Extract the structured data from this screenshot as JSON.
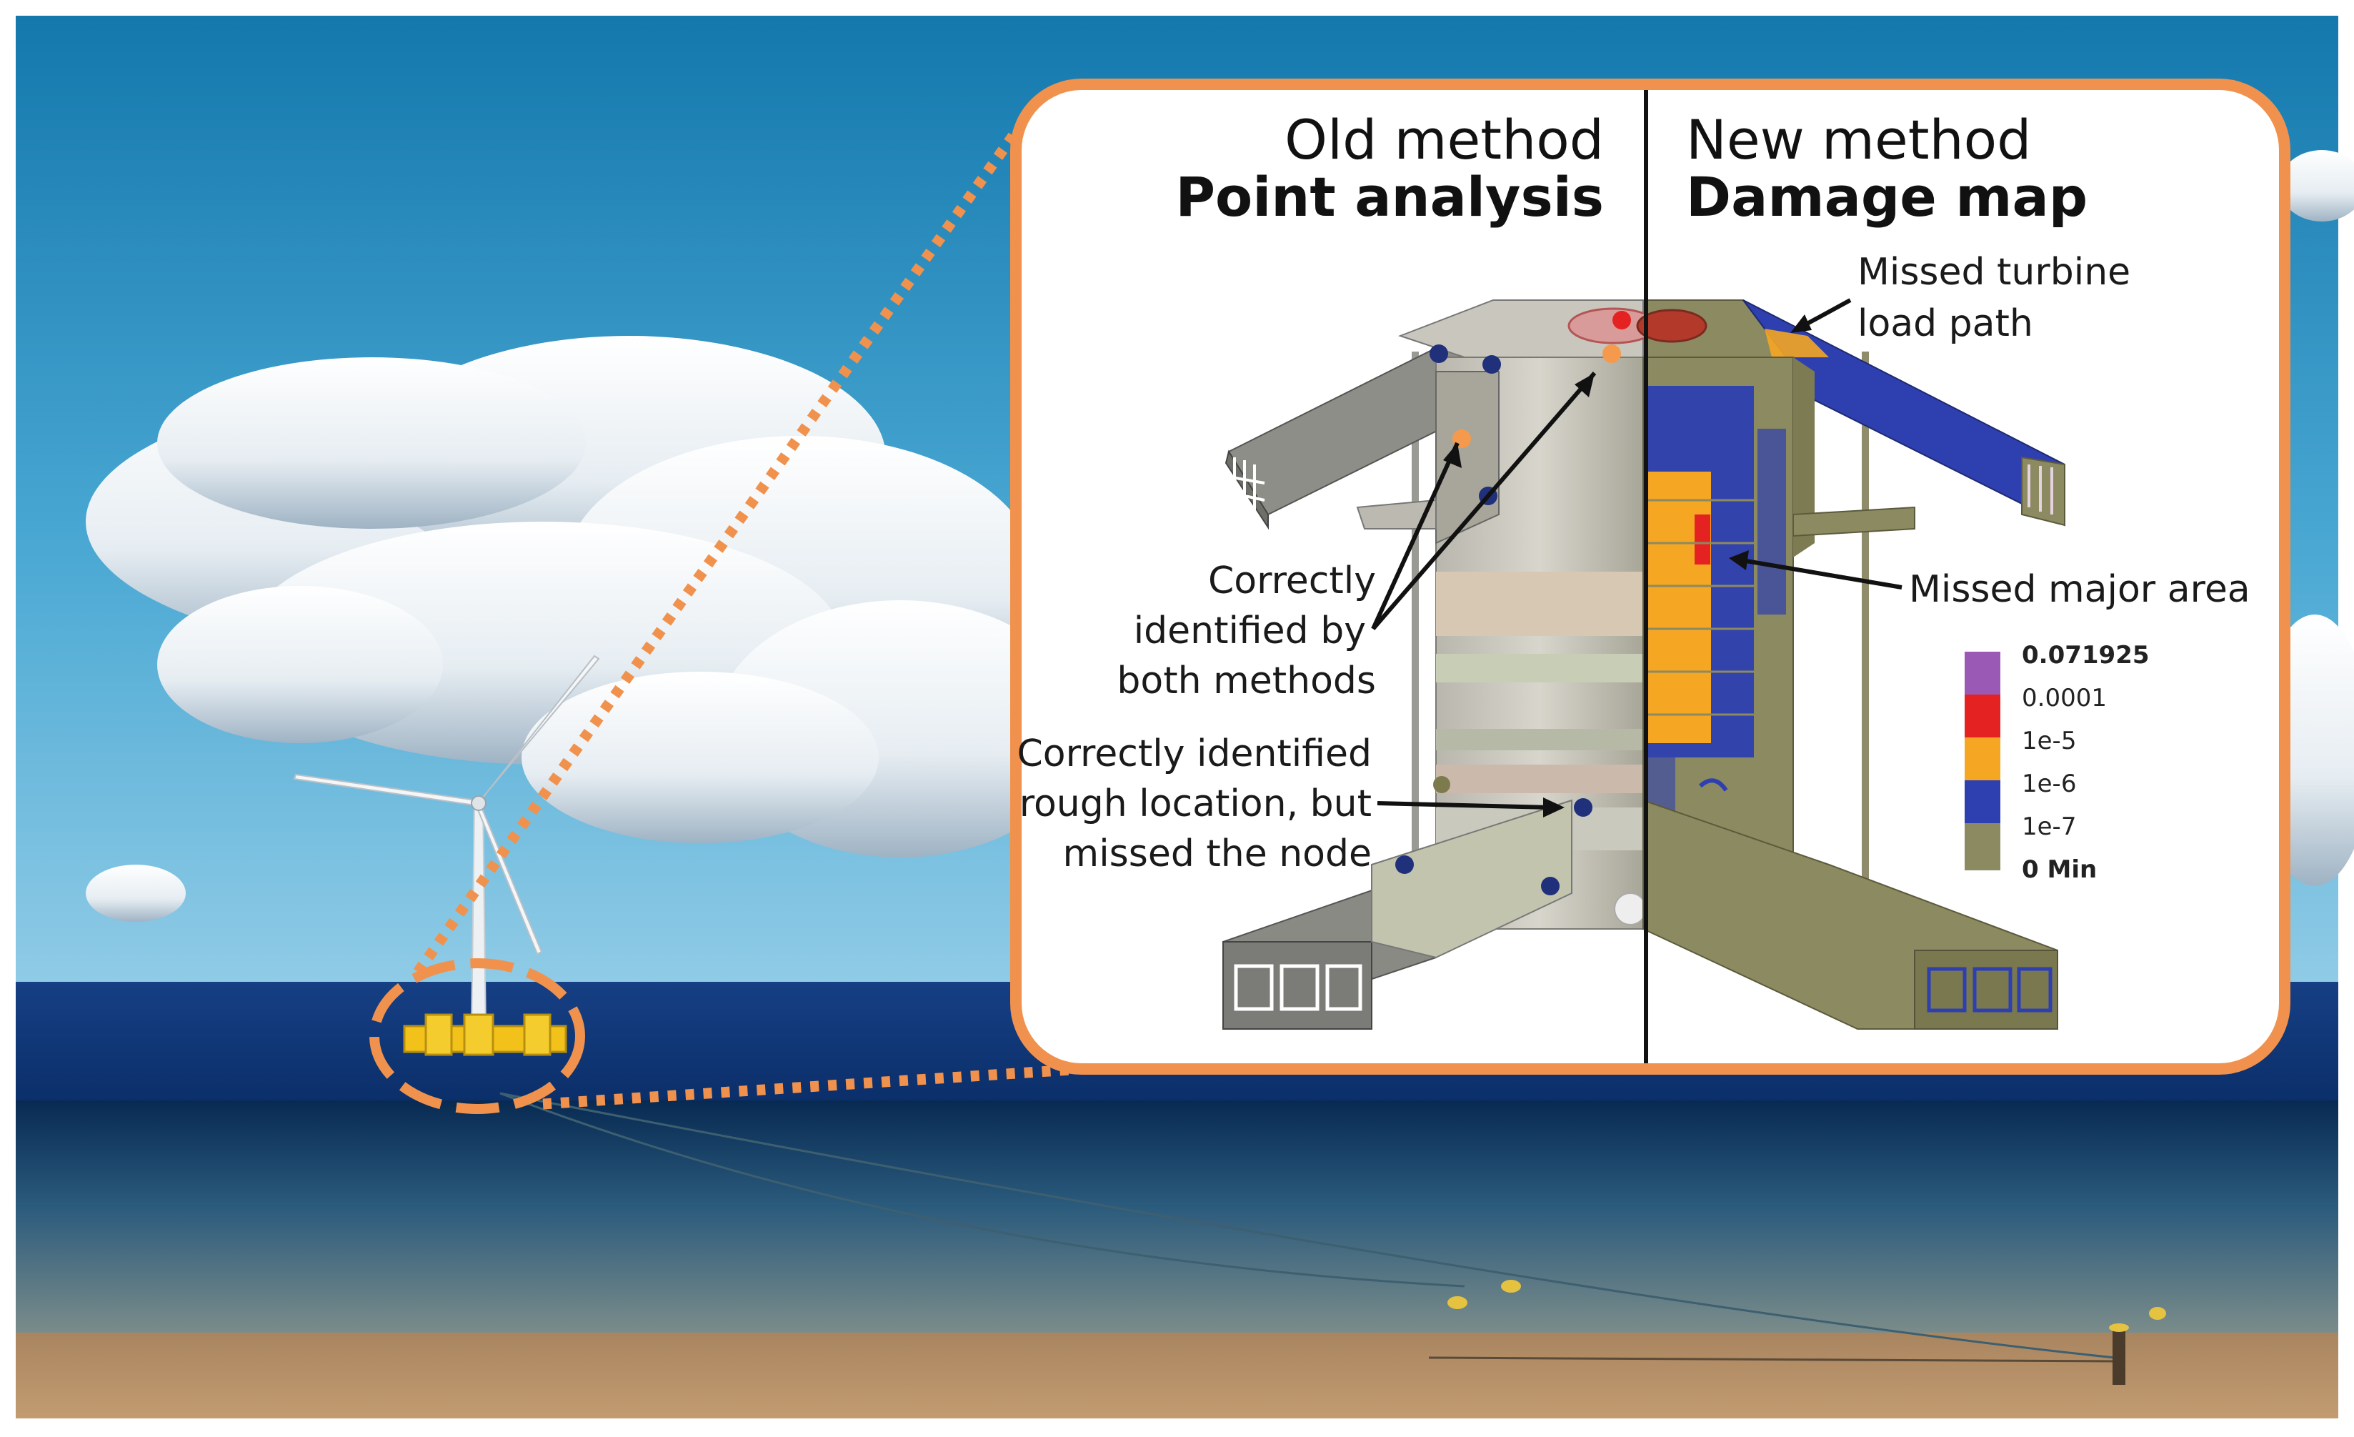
{
  "panel": {
    "old_method": {
      "title": "Old method",
      "subtitle": "Point analysis"
    },
    "new_method": {
      "title": "New method",
      "subtitle": "Damage map"
    }
  },
  "annotations": {
    "both_methods": [
      "Correctly",
      "identified by",
      "both methods"
    ],
    "rough_location": [
      "Correctly identified",
      "rough location, but",
      "missed the node"
    ],
    "missed_load_path": [
      "Missed turbine",
      "load path"
    ],
    "missed_major_area": "Missed major area"
  },
  "legend": {
    "entries": [
      {
        "label": "0.071925",
        "color": "#9b59b6",
        "bold": true
      },
      {
        "label": "0.0001",
        "color": "#e52222",
        "bold": false
      },
      {
        "label": "1e-5",
        "color": "#f5a623",
        "bold": false
      },
      {
        "label": "1e-6",
        "color": "#2e3fb0",
        "bold": false
      },
      {
        "label": "1e-7",
        "color": "#7d7b4e",
        "bold": false
      },
      {
        "label": "0 Min",
        "color": "#8c8a60",
        "bold": true
      }
    ]
  },
  "colors": {
    "frame_accent": "#f0924d",
    "sky_top": "#1a7fb3",
    "sky_bottom": "#5fb6d9",
    "sea": "#0e3a7a",
    "seabed": "#b98d5e",
    "platform": "#f3c21a",
    "old_probe_dark": "#20307a",
    "old_probe_orange": "#f59a4c",
    "old_probe_red": "#e52222"
  }
}
